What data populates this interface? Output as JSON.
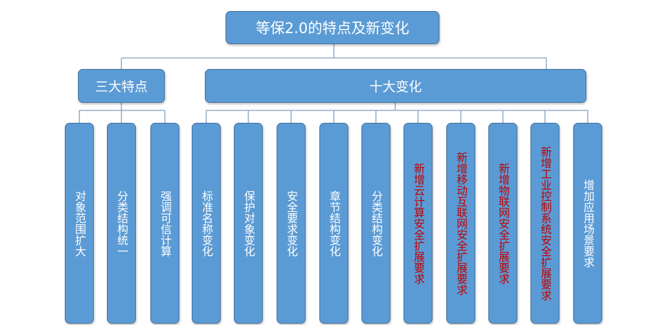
{
  "root": "等保2.0的特点及新变化",
  "branches": {
    "features": {
      "title": "三大特点",
      "items": [
        "对象范围扩大",
        "分类结构统一",
        "强调可信计算"
      ]
    },
    "changes": {
      "title": "十大变化",
      "items": [
        "标准名称变化",
        "保护对象变化",
        "安全要求变化",
        "章节结构变化",
        "分类结构变化",
        "新增云计算安全扩展要求",
        "新增移动互联网安全扩展要求",
        "新增物联网安全扩展要求",
        "新增工业控制系统安全扩展要求",
        "增加应用场景要求"
      ]
    }
  },
  "colors": {
    "box": "#5b9bd5",
    "border": "#41719c",
    "text": "#ffffff",
    "highlight_text": "#c00000",
    "line": "#6a8fb5"
  }
}
